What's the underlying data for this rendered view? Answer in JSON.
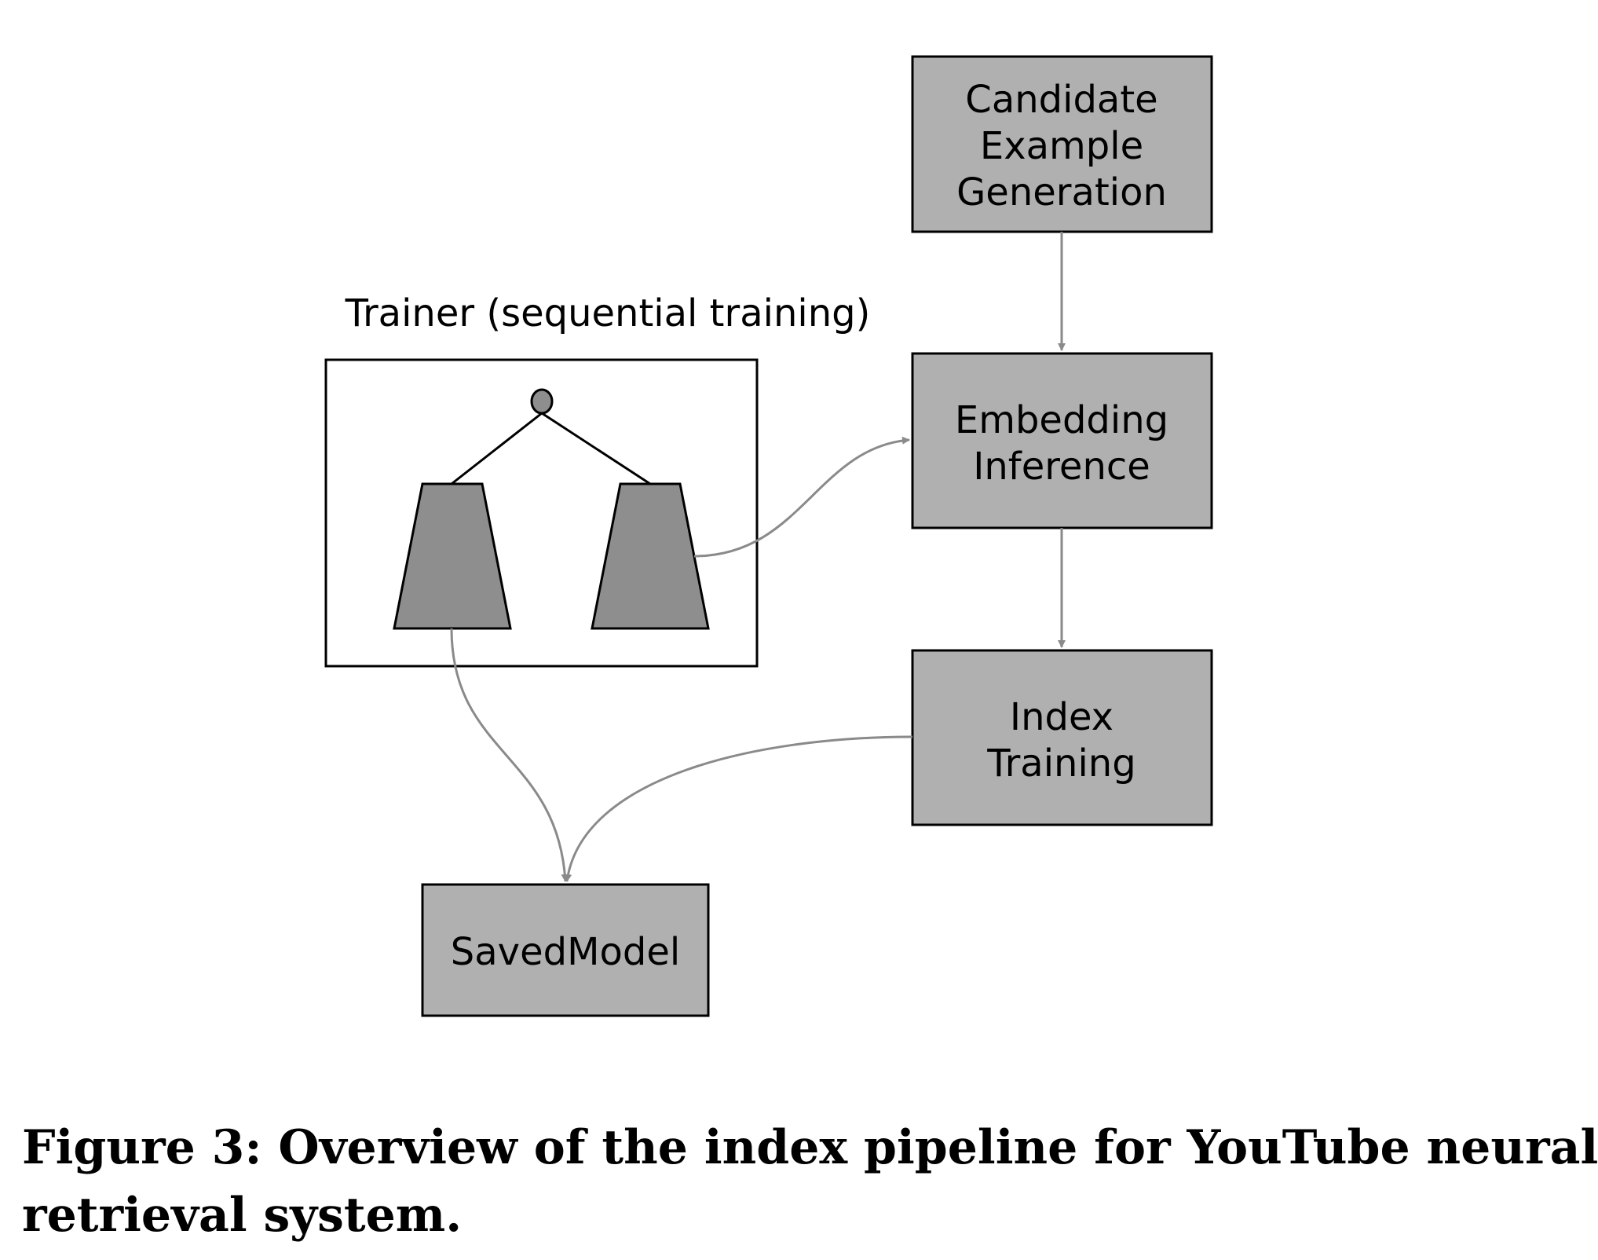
{
  "diagram": {
    "trainer_label": "Trainer (sequential training)",
    "nodes": {
      "candidate": [
        "Candidate",
        "Example",
        "Generation"
      ],
      "embedding": [
        "Embedding",
        "Inference"
      ],
      "index": [
        "Index",
        "Training"
      ],
      "savedmodel": [
        "SavedModel"
      ]
    },
    "colors": {
      "box_fill": "#b0b0b0",
      "tower_fill": "#8e8e8e",
      "arrow": "#8a8a8a",
      "stroke": "#000000"
    }
  },
  "caption": {
    "line1": "Figure 3: Overview of the index pipeline for YouTube neural",
    "line2": "retrieval system."
  }
}
